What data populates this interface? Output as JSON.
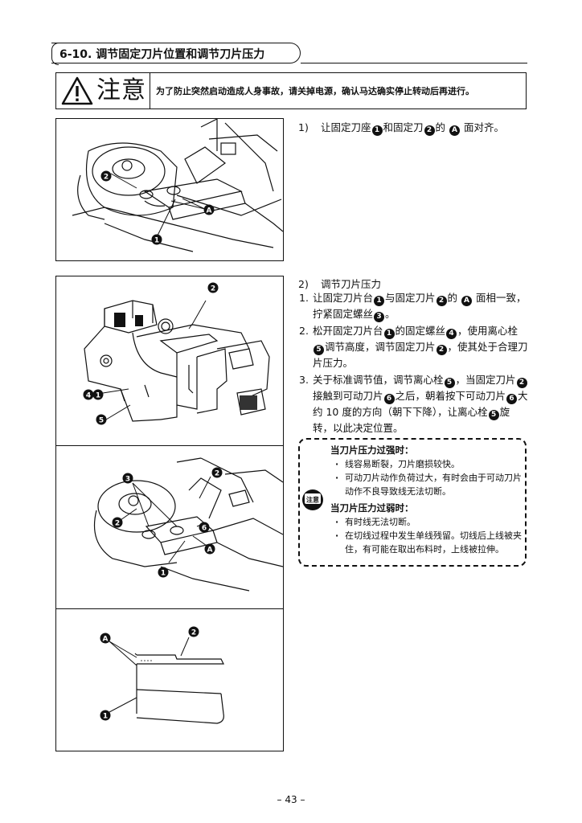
{
  "header": {
    "title": "6-10. 调节固定刀片位置和调节刀片压力"
  },
  "caution": {
    "label": "注意",
    "text": "为了防止突然启动造成人身事故，请关掉电源，确认马达确实停止转动后再进行。"
  },
  "figures": {
    "labels": {
      "one": "1",
      "two": "2",
      "three": "3",
      "four": "4",
      "five": "5",
      "six": "6",
      "A": "A"
    }
  },
  "step1": {
    "number": "1)",
    "parts": [
      "让固定刀座",
      "和固定刀",
      "的",
      "面对齐。"
    ],
    "marks": [
      "1",
      "2",
      "A"
    ]
  },
  "step2": {
    "number": "2)",
    "title": "调节刀片压力",
    "items": [
      {
        "n": "1.",
        "parts": [
          "让固定刀片台",
          "与固定刀片",
          "的",
          "面相一致，拧紧固定螺丝",
          "。"
        ],
        "marks": [
          "1",
          "2",
          "A",
          "3"
        ]
      },
      {
        "n": "2.",
        "parts": [
          "松开固定刀片台",
          "的固定螺丝",
          "，使用离心栓",
          "调节高度，调节固定刀片",
          "，使其处于合理刀片压力。"
        ],
        "marks": [
          "1",
          "4",
          "5",
          "2"
        ]
      },
      {
        "n": "3.",
        "parts": [
          "关于标准调节值，调节离心栓",
          "，当固定刀片",
          "接触到可动刀片",
          "之后，朝着按下可动刀片",
          "大约 10 度的方向（朝下下降），让离心栓",
          "旋转，以此决定位置。"
        ],
        "marks": [
          "5",
          "2",
          "6",
          "6",
          "5"
        ]
      }
    ]
  },
  "note": {
    "icon_text": "注意",
    "strong_title": "当刀片压力过强时：",
    "strong_items": [
      "线容易断裂，刀片磨损较快。",
      "可动刀片动作负荷过大，有时会由于可动刀片动作不良导致线无法切断。"
    ],
    "weak_title": "当刀片压力过弱时：",
    "weak_items": [
      "有时线无法切断。",
      "在切线过程中发生单线残留。切线后上线被夹住，有可能在取出布料时，上线被拉伸。"
    ]
  },
  "page_number": "– 43 –"
}
